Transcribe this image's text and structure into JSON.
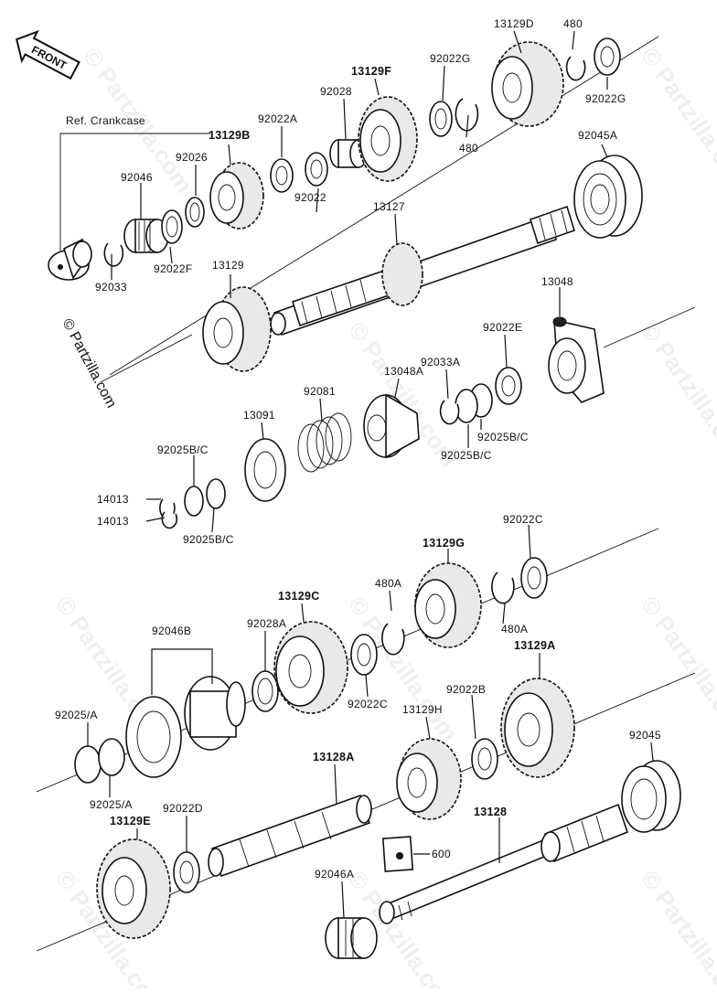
{
  "diagram": {
    "front_label": "FRONT",
    "ref_label": "Ref. Crankcase",
    "copyright": "© Partzilla.com",
    "watermark": "© Partzilla.com"
  },
  "parts": {
    "p13129D": "13129D",
    "p480_a": "480",
    "p92022G_a": "92022G",
    "p92022G_b": "92022G",
    "p480_b": "480",
    "p13129F": "13129F",
    "p92028": "92028",
    "p92022A": "92022A",
    "p13129B": "13129B",
    "p92026": "92026",
    "p92046": "92046",
    "p92022": "92022",
    "p13127": "13127",
    "p92045A": "92045A",
    "p92022F": "92022F",
    "p92033": "92033",
    "p13129": "13129",
    "p13048": "13048",
    "p92022E": "92022E",
    "p92033A": "92033A",
    "p13048A": "13048A",
    "p92081": "92081",
    "p13091": "13091",
    "p92025BC_a": "92025B/C",
    "p92025BC_b": "92025B/C",
    "p92025BC_c": "92025B/C",
    "p92025BC_d": "92025B/C",
    "p14013_a": "14013",
    "p14013_b": "14013",
    "p92022C_a": "92022C",
    "p13129G": "13129G",
    "p480A_a": "480A",
    "p480A_b": "480A",
    "p13129C": "13129C",
    "p92028A": "92028A",
    "p92046B": "92046B",
    "p92022C_b": "92022C",
    "p13129A": "13129A",
    "p92022B": "92022B",
    "p13129H": "13129H",
    "p92025A_a": "92025/A",
    "p92025A_b": "92025/A",
    "p92045": "92045",
    "p13128A": "13128A",
    "p92022D": "92022D",
    "p13129E": "13129E",
    "p13128": "13128",
    "p600": "600",
    "p92046A": "92046A"
  }
}
